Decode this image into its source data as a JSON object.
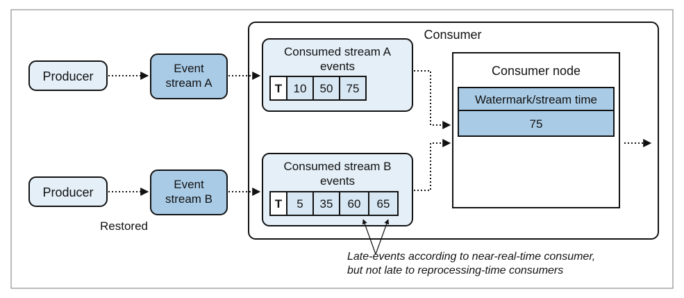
{
  "producer_a": {
    "label": "Producer"
  },
  "producer_b": {
    "label": "Producer",
    "status": "Restored"
  },
  "event_stream_a": {
    "line1": "Event",
    "line2": "stream A"
  },
  "event_stream_b": {
    "line1": "Event",
    "line2": "stream B"
  },
  "consumer": {
    "title": "Consumer",
    "stream_a": {
      "line1": "Consumed stream A",
      "line2": "events",
      "cells": [
        "T",
        "10",
        "50",
        "75"
      ]
    },
    "stream_b": {
      "line1": "Consumed stream B",
      "line2": "events",
      "cells": [
        "T",
        "5",
        "35",
        "60",
        "65"
      ]
    },
    "node": {
      "title": "Consumer node",
      "watermark_label": "Watermark/stream time",
      "watermark_value": "75"
    }
  },
  "annotation": {
    "line1": "Late-events according to near-real-time consumer,",
    "line2": "but not late to reprocessing-time consumers"
  }
}
